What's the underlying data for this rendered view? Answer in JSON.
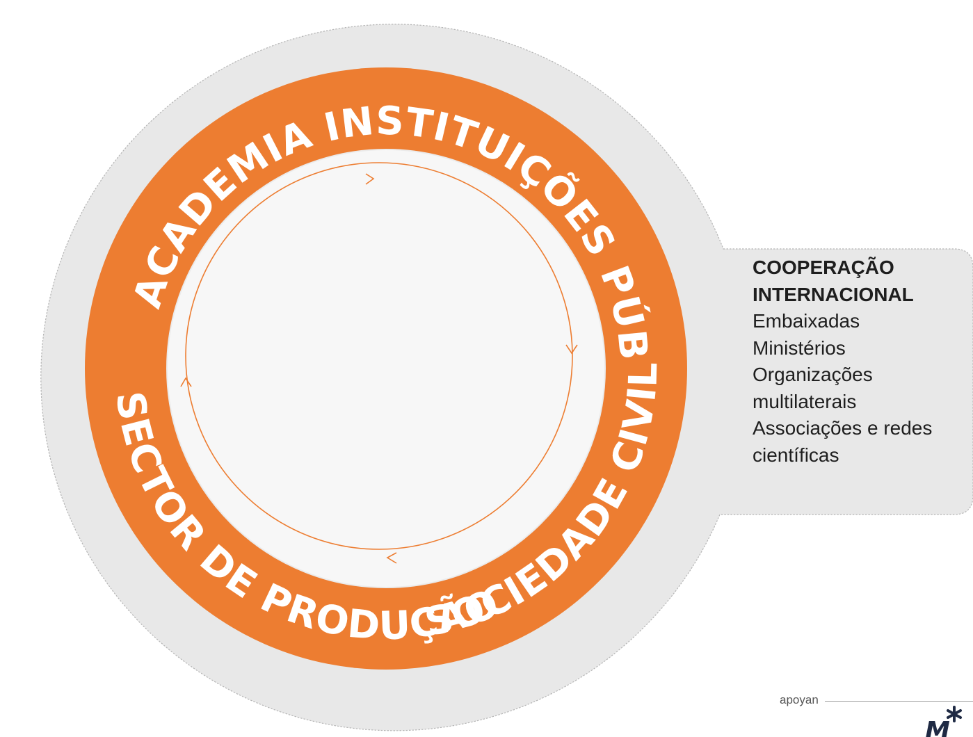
{
  "ring": {
    "labels": {
      "academia": "ACADEMIA",
      "instituicoes": "INSTITUIÇÕES PÚBLICAS",
      "sociedade": "SOCIEDADE CIVIL",
      "sector": "SECTOR DE PRODUÇÃO"
    }
  },
  "side_panel": {
    "title_line1": "COOPERAÇÃO",
    "title_line2": "INTERNACIONAL",
    "items": [
      "Embaixadas",
      "Ministérios",
      "Organizações",
      "multilaterais",
      "Associações e redes",
      "científicas"
    ]
  },
  "footer": {
    "supported_by": "apoyan",
    "logo_text": "M"
  },
  "colors": {
    "orange": "#ED7D31",
    "outer_gray": "#E8E8E8",
    "inner_white": "#F7F7F7",
    "text_dark": "#1E1E1E"
  },
  "icons": {
    "cycle_arrows": "cycle-arrow-icon",
    "logo_asterisk": "asterisk-icon"
  }
}
